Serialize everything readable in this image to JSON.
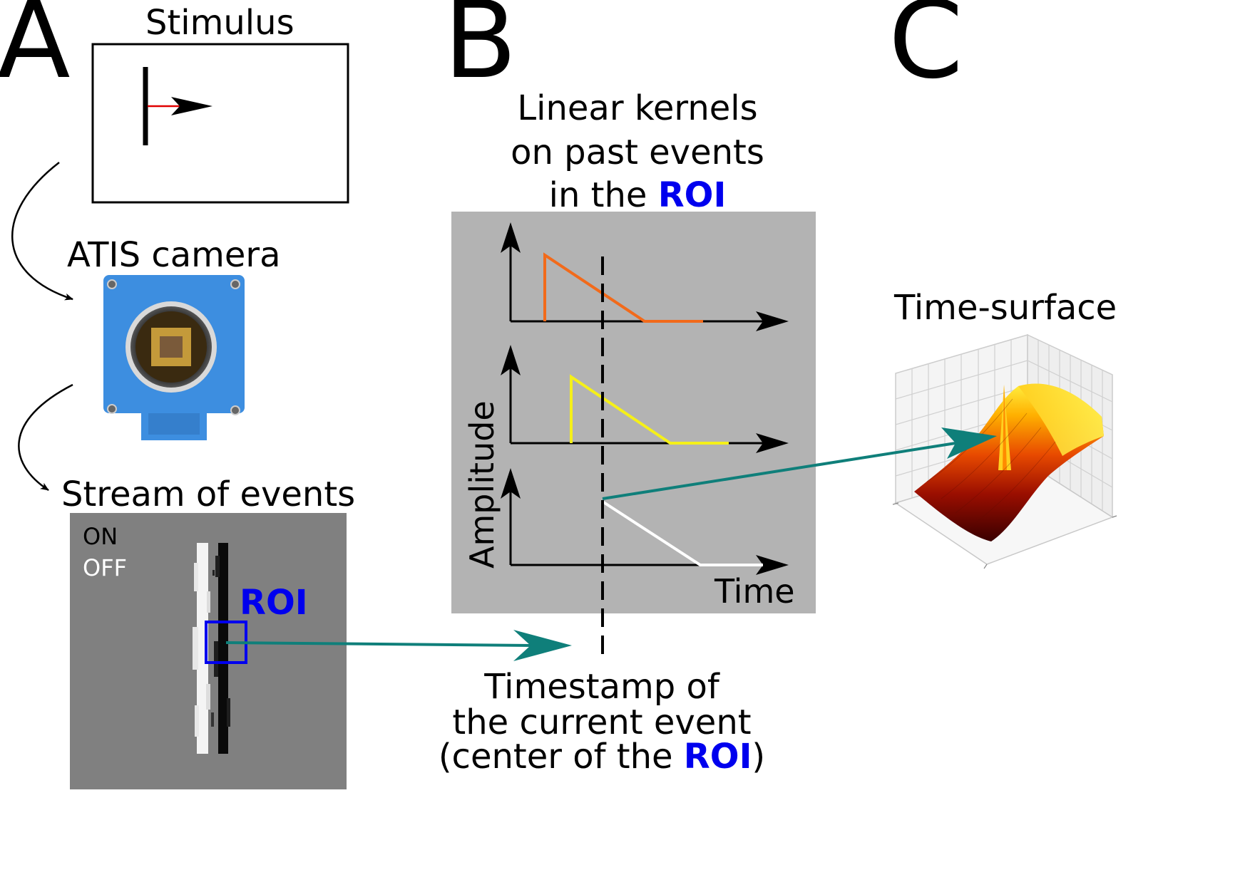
{
  "panels": {
    "a": "A",
    "b": "B",
    "c": "C"
  },
  "panel_a": {
    "stimulus_label": "Stimulus",
    "camera_label": "ATIS camera",
    "stream_label": "Stream of events",
    "legend_on": "ON",
    "legend_off": "OFF",
    "roi_label": "ROI"
  },
  "panel_b": {
    "title_line1": "Linear kernels",
    "title_line2": "on past events",
    "title_line3_prefix": "in the ",
    "title_line3_roi": "ROI",
    "y_axis_label": "Amplitude",
    "x_axis_label": "Time",
    "caption_line1": "Timestamp of",
    "caption_line2": "the current event",
    "caption_line3_prefix": "(center of the ",
    "caption_line3_roi": "ROI",
    "caption_line3_suffix": ")"
  },
  "panel_c": {
    "title": "Time-surface"
  },
  "colors": {
    "roi": "#0000ee",
    "connector_arrow": "#0f7f7a",
    "kernel_1": "#f26a1a",
    "kernel_2": "#f5f019",
    "kernel_3": "#ffffff",
    "kernel_panel_bg": "#b3b3b3",
    "stream_bg": "#808080",
    "camera_body": "#3d8ee0",
    "stimulus_arrow_shaft": "#e00000"
  },
  "icons": {
    "camera": "camera-photo",
    "stimulus": "moving-bar"
  }
}
